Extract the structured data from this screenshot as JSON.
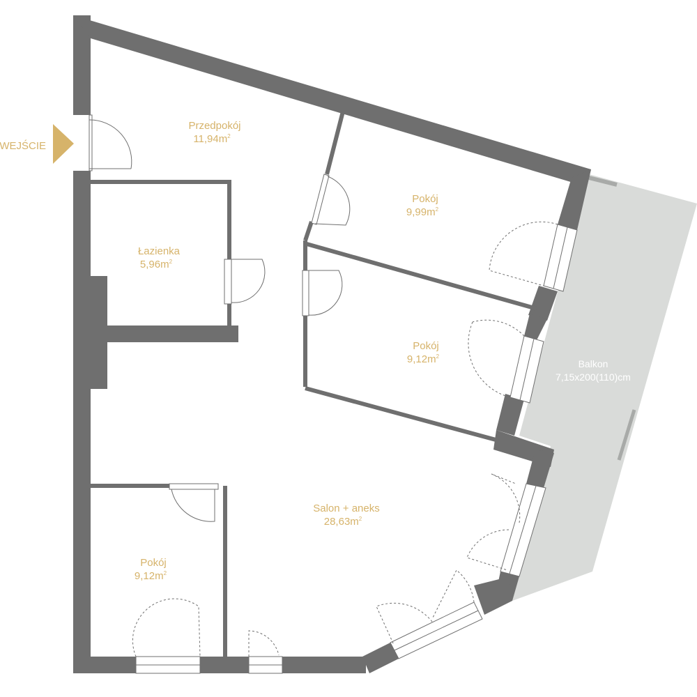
{
  "plan": {
    "entrance_label": "WEJŚCIE",
    "colors": {
      "wall": "#6f6f6f",
      "balcony": "#d9dbd9",
      "label": "#d6b36a",
      "background": "#ffffff"
    },
    "rooms": [
      {
        "id": "hallway",
        "name": "Przedpokój",
        "area": "11,94m",
        "unit_sup": "2"
      },
      {
        "id": "bathroom",
        "name": "Łazienka",
        "area": "5,96m",
        "unit_sup": "2"
      },
      {
        "id": "room-top",
        "name": "Pokój",
        "area": "9,99m",
        "unit_sup": "2"
      },
      {
        "id": "room-middle",
        "name": "Pokój",
        "area": "9,12m",
        "unit_sup": "2"
      },
      {
        "id": "living",
        "name": "Salon + aneks",
        "area": "28,63m",
        "unit_sup": "2"
      },
      {
        "id": "room-bottom",
        "name": "Pokój",
        "area": "9,12m",
        "unit_sup": "2"
      }
    ],
    "balcony": {
      "name": "Balkon",
      "dims": "7,15x200(110)cm"
    }
  }
}
